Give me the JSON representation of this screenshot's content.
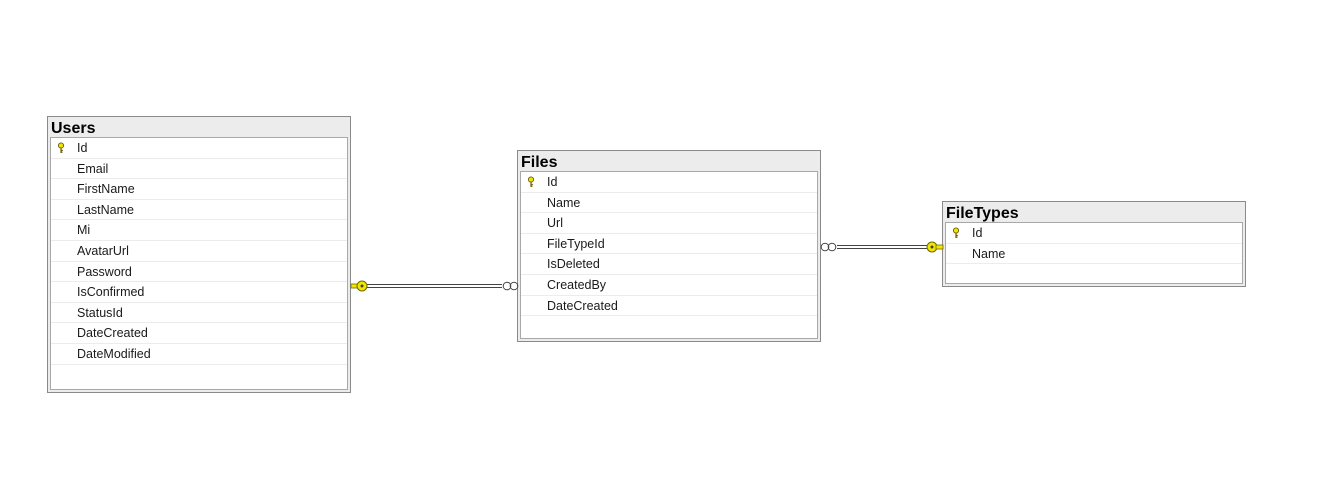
{
  "diagram": {
    "tables": [
      {
        "id": "users",
        "title": "Users",
        "columns": [
          {
            "name": "Id",
            "primary_key": true
          },
          {
            "name": "Email",
            "primary_key": false
          },
          {
            "name": "FirstName",
            "primary_key": false
          },
          {
            "name": "LastName",
            "primary_key": false
          },
          {
            "name": "Mi",
            "primary_key": false
          },
          {
            "name": "AvatarUrl",
            "primary_key": false
          },
          {
            "name": "Password",
            "primary_key": false
          },
          {
            "name": "IsConfirmed",
            "primary_key": false
          },
          {
            "name": "StatusId",
            "primary_key": false
          },
          {
            "name": "DateCreated",
            "primary_key": false
          },
          {
            "name": "DateModified",
            "primary_key": false
          }
        ]
      },
      {
        "id": "files",
        "title": "Files",
        "columns": [
          {
            "name": "Id",
            "primary_key": true
          },
          {
            "name": "Name",
            "primary_key": false
          },
          {
            "name": "Url",
            "primary_key": false
          },
          {
            "name": "FileTypeId",
            "primary_key": false
          },
          {
            "name": "IsDeleted",
            "primary_key": false
          },
          {
            "name": "CreatedBy",
            "primary_key": false
          },
          {
            "name": "DateCreated",
            "primary_key": false
          }
        ]
      },
      {
        "id": "filetypes",
        "title": "FileTypes",
        "columns": [
          {
            "name": "Id",
            "primary_key": true
          },
          {
            "name": "Name",
            "primary_key": false
          }
        ]
      }
    ],
    "relationships": [
      {
        "from": "users",
        "from_end": "key",
        "to": "files",
        "to_end": "infinity"
      },
      {
        "from": "files",
        "from_end": "infinity",
        "to": "filetypes",
        "to_end": "key"
      }
    ],
    "colors": {
      "key_icon": "#f2e600",
      "header_bg": "#ececec",
      "border": "#8a8a8a"
    },
    "icons": {
      "primary_key": "key-icon",
      "one_end": "key-icon",
      "many_end": "infinity-icon"
    }
  }
}
